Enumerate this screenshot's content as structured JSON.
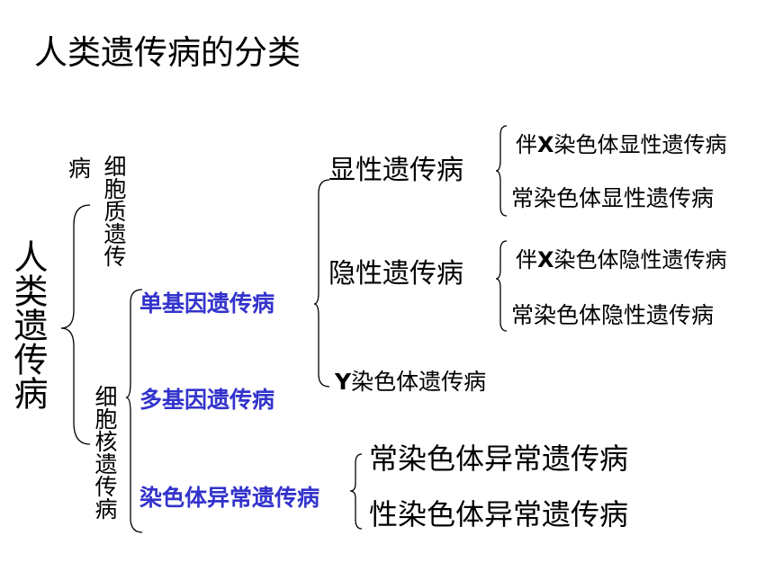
{
  "title": "人类遗传病的分类",
  "root": "人类遗传病",
  "cytoplasmic": "细胞质遗传",
  "cytoplasmic_suffix": "病",
  "nuclear": "细胞核遗传病",
  "categories": [
    "单基因遗传病",
    "多基因遗传病",
    "染色体异常遗传病"
  ],
  "single_gene": {
    "dominant": "显性遗传病",
    "recessive": "隐性遗传病",
    "y_linked_prefix": "Y",
    "y_linked": "染色体遗传病",
    "dominant_items": [
      {
        "prefix": "伴",
        "x": "X",
        "rest": "染色体显性遗传病"
      },
      {
        "text": "常染色体显性遗传病"
      }
    ],
    "recessive_items": [
      {
        "prefix": "伴",
        "x": "X",
        "rest": "染色体隐性遗传病"
      },
      {
        "text": "常染色体隐性遗传病"
      }
    ]
  },
  "chromosomal_items": [
    "常染色体异常遗传病",
    "性染色体异常遗传病"
  ],
  "colors": {
    "category_blue": "#3333cc",
    "text": "#000000"
  }
}
